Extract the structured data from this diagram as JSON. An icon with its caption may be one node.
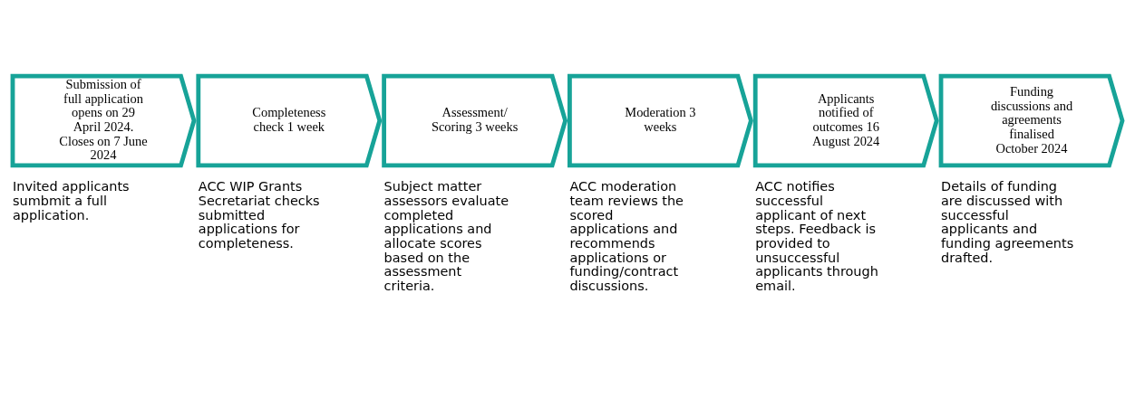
{
  "diagram": {
    "nodes": [
      {
        "text": [
          "Submission of full application opens on 29 April 2024. Closes on 7 June 2024"
        ],
        "beside": [
          "Invited applicants sumbmit a full application."
        ]
      },
      {
        "text": [
          "Completeness check 1 week"
        ],
        "beside": [
          "ACC WIP Grants Secretariat checks submitted applications for completeness."
        ]
      },
      {
        "text": [
          "Assessment/ Scoring 3 weeks"
        ],
        "beside": [
          "Subject matter assessors evaluate completed applications and allocate scores based on the assessment criteria."
        ]
      },
      {
        "text": [
          "Moderation 3 weeks"
        ],
        "beside": [
          "ACC moderation team reviews the scored applications and recommends applications or funding/contract discussions."
        ]
      },
      {
        "text": [
          "Applicants notified of outcomes 16 August 2024"
        ],
        "beside": [
          "ACC notifies successful applicant of next steps. Feedback is provided to unsuccessful applicants through email."
        ]
      },
      {
        "text": [
          "Funding discussions and agreements finalised October 2024"
        ],
        "beside": [
          "Details of funding are discussed with successful applicants and funding agreements drafted."
        ]
      }
    ],
    "edges": []
  }
}
